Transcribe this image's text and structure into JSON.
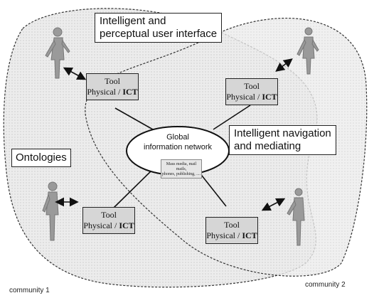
{
  "callouts": {
    "interface_line1": "Intelligent and",
    "interface_line2": "perceptual user interface",
    "navigation_line1": "Intelligent navigation",
    "navigation_line2": "and mediating",
    "ontologies": "Ontologies"
  },
  "network": {
    "line1": "Global",
    "line2": "information network",
    "sub_line1": "Mass media, mail mails,",
    "sub_line2": "phones, publishing, ...."
  },
  "tool": {
    "line1": "Tool",
    "line2_prefix": "Physical / ",
    "line2_bold": "ICT"
  },
  "communities": {
    "left": "community 1",
    "right": "community 2"
  }
}
